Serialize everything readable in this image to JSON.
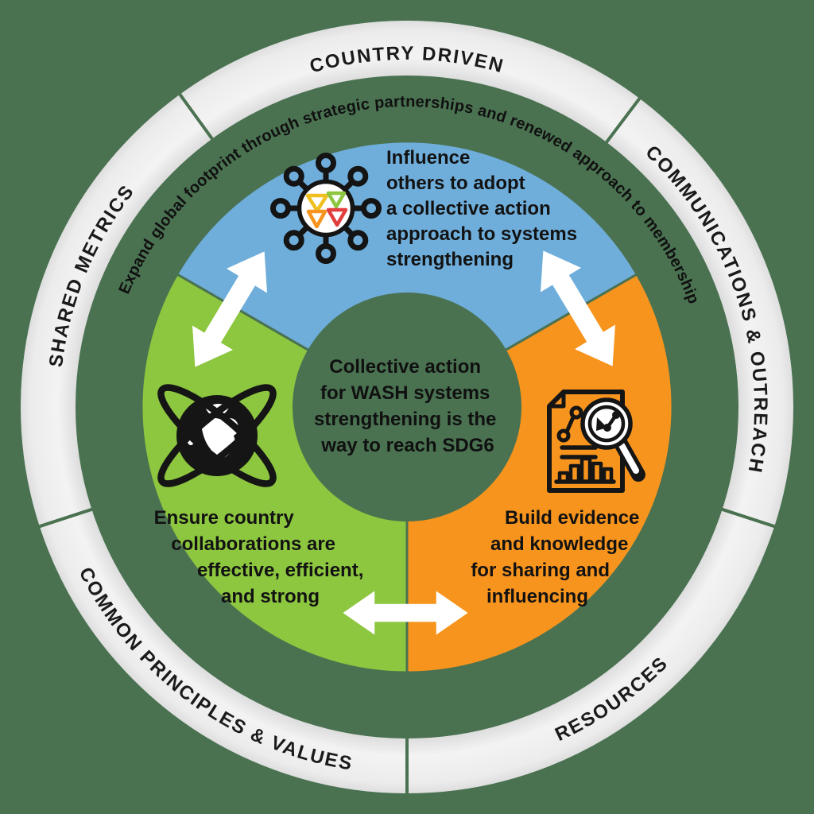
{
  "title": "Collective action for WASH systems strengthening diagram",
  "colors": {
    "background": "#4A7251",
    "ring_gray": "#E9E9E9",
    "blue": "#6FAEDB",
    "green": "#8DC63F",
    "orange": "#F7941E",
    "arrow": "#FFFFFF",
    "text": "#1A1A1A",
    "logo_yellow": "#EFC01F",
    "logo_green": "#8DC63F",
    "logo_orange": "#F7941E",
    "logo_red": "#E23E3E"
  },
  "outer_ring": {
    "labels": [
      {
        "id": "country-driven",
        "text": "COUNTRY DRIVEN"
      },
      {
        "id": "communications-outreach",
        "text": "COMMUNICATIONS & OUTREACH"
      },
      {
        "id": "resources",
        "text": "RESOURCES"
      },
      {
        "id": "common-principles-values",
        "text": "COMMON PRINCIPLES & VALUES"
      },
      {
        "id": "shared-metrics",
        "text": "SHARED METRICS"
      }
    ]
  },
  "middle_ring": {
    "text": "Expand global footprint through strategic partnerships and renewed approach to membership"
  },
  "center": {
    "lines": [
      "Collective action",
      "for WASH systems",
      "strengthening is the",
      "way to reach SDG6"
    ]
  },
  "segments": {
    "influence": {
      "color": "#6FAEDB",
      "icon": "network-icon",
      "lines": [
        "Influence",
        "others to adopt",
        "a collective action",
        "approach to systems",
        "strengthening"
      ]
    },
    "collaboration": {
      "color": "#8DC63F",
      "icon": "globe-icon",
      "lines": [
        "Ensure country",
        "collaborations are",
        "effective, efficient,",
        "and strong"
      ]
    },
    "evidence": {
      "color": "#F7941E",
      "icon": "report-magnifier-icon",
      "lines": [
        "Build evidence",
        "and knowledge",
        "for sharing and",
        "influencing"
      ]
    }
  },
  "arrows": [
    {
      "id": "influence-collaboration"
    },
    {
      "id": "influence-evidence"
    },
    {
      "id": "collaboration-evidence"
    }
  ]
}
